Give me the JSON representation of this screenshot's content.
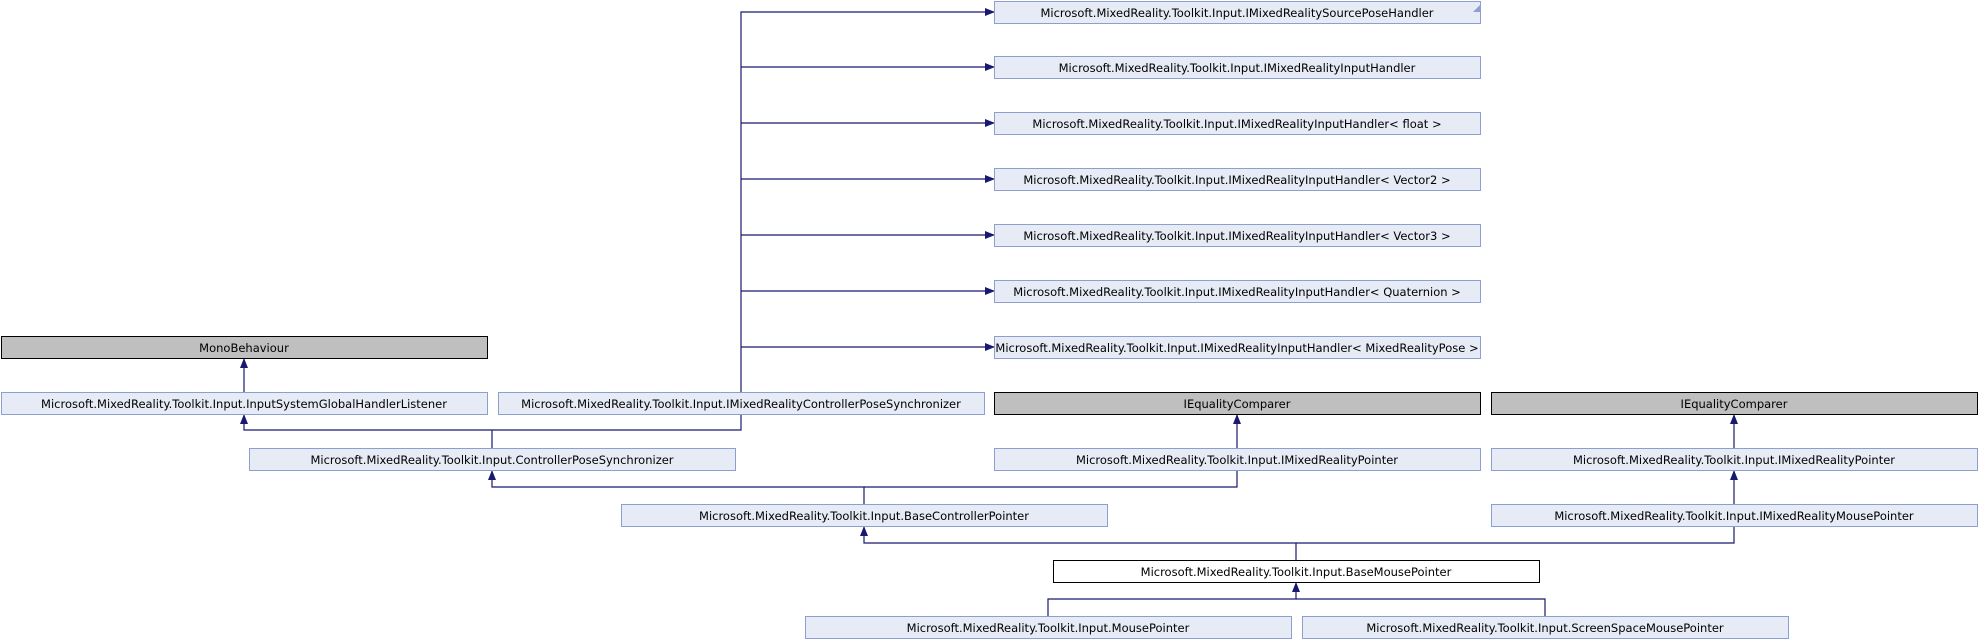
{
  "diagram": {
    "colors": {
      "class_fill": "#e6ebf5",
      "class_border": "#8ca0d0",
      "external_fill": "#bfbfbf",
      "external_border": "#000000",
      "focus_fill": "#ffffff",
      "focus_border": "#000000",
      "edge": "#191970"
    },
    "nodes": [
      {
        "id": "src_pose_handler",
        "label": "Microsoft.MixedReality.Toolkit.Input.IMixedRealitySourcePoseHandler",
        "kind": "class"
      },
      {
        "id": "input_handler",
        "label": "Microsoft.MixedReality.Toolkit.Input.IMixedRealityInputHandler",
        "kind": "class"
      },
      {
        "id": "input_handler_float",
        "label": "Microsoft.MixedReality.Toolkit.Input.IMixedRealityInputHandler< float >",
        "kind": "class"
      },
      {
        "id": "input_handler_v2",
        "label": "Microsoft.MixedReality.Toolkit.Input.IMixedRealityInputHandler< Vector2 >",
        "kind": "class"
      },
      {
        "id": "input_handler_v3",
        "label": "Microsoft.MixedReality.Toolkit.Input.IMixedRealityInputHandler< Vector3 >",
        "kind": "class"
      },
      {
        "id": "input_handler_quat",
        "label": "Microsoft.MixedReality.Toolkit.Input.IMixedRealityInputHandler< Quaternion >",
        "kind": "class"
      },
      {
        "id": "input_handler_pose",
        "label": "Microsoft.MixedReality.Toolkit.Input.IMixedRealityInputHandler< MixedRealityPose >",
        "kind": "class"
      },
      {
        "id": "mono_behaviour",
        "label": "MonoBehaviour",
        "kind": "external"
      },
      {
        "id": "global_listener",
        "label": "Microsoft.MixedReality.Toolkit.Input.InputSystemGlobalHandlerListener",
        "kind": "class"
      },
      {
        "id": "i_controller_pose_sync",
        "label": "Microsoft.MixedReality.Toolkit.Input.IMixedRealityControllerPoseSynchronizer",
        "kind": "class"
      },
      {
        "id": "equality_comparer_1",
        "label": "IEqualityComparer",
        "kind": "external"
      },
      {
        "id": "equality_comparer_2",
        "label": "IEqualityComparer",
        "kind": "external"
      },
      {
        "id": "controller_pose_sync",
        "label": "Microsoft.MixedReality.Toolkit.Input.ControllerPoseSynchronizer",
        "kind": "class"
      },
      {
        "id": "i_pointer_1",
        "label": "Microsoft.MixedReality.Toolkit.Input.IMixedRealityPointer",
        "kind": "class"
      },
      {
        "id": "i_pointer_2",
        "label": "Microsoft.MixedReality.Toolkit.Input.IMixedRealityPointer",
        "kind": "class"
      },
      {
        "id": "base_controller_pointer",
        "label": "Microsoft.MixedReality.Toolkit.Input.BaseControllerPointer",
        "kind": "class"
      },
      {
        "id": "i_mouse_pointer",
        "label": "Microsoft.MixedReality.Toolkit.Input.IMixedRealityMousePointer",
        "kind": "class"
      },
      {
        "id": "base_mouse_pointer",
        "label": "Microsoft.MixedReality.Toolkit.Input.BaseMousePointer",
        "kind": "focus"
      },
      {
        "id": "mouse_pointer",
        "label": "Microsoft.MixedReality.Toolkit.Input.MousePointer",
        "kind": "class"
      },
      {
        "id": "screen_space_mouse_pointer",
        "label": "Microsoft.MixedReality.Toolkit.Input.ScreenSpaceMousePointer",
        "kind": "class"
      }
    ],
    "edges": [
      {
        "from": "global_listener",
        "to": "mono_behaviour"
      },
      {
        "from": "i_controller_pose_sync",
        "to": "src_pose_handler"
      },
      {
        "from": "i_controller_pose_sync",
        "to": "input_handler"
      },
      {
        "from": "i_controller_pose_sync",
        "to": "input_handler_float"
      },
      {
        "from": "i_controller_pose_sync",
        "to": "input_handler_v2"
      },
      {
        "from": "i_controller_pose_sync",
        "to": "input_handler_v3"
      },
      {
        "from": "i_controller_pose_sync",
        "to": "input_handler_quat"
      },
      {
        "from": "i_controller_pose_sync",
        "to": "input_handler_pose"
      },
      {
        "from": "controller_pose_sync",
        "to": "global_listener"
      },
      {
        "from": "controller_pose_sync",
        "to": "i_controller_pose_sync"
      },
      {
        "from": "i_pointer_1",
        "to": "equality_comparer_1"
      },
      {
        "from": "i_pointer_2",
        "to": "equality_comparer_2"
      },
      {
        "from": "base_controller_pointer",
        "to": "controller_pose_sync"
      },
      {
        "from": "base_controller_pointer",
        "to": "i_pointer_1"
      },
      {
        "from": "i_mouse_pointer",
        "to": "i_pointer_2"
      },
      {
        "from": "base_mouse_pointer",
        "to": "base_controller_pointer"
      },
      {
        "from": "base_mouse_pointer",
        "to": "i_mouse_pointer"
      },
      {
        "from": "mouse_pointer",
        "to": "base_mouse_pointer"
      },
      {
        "from": "screen_space_mouse_pointer",
        "to": "base_mouse_pointer"
      }
    ]
  }
}
